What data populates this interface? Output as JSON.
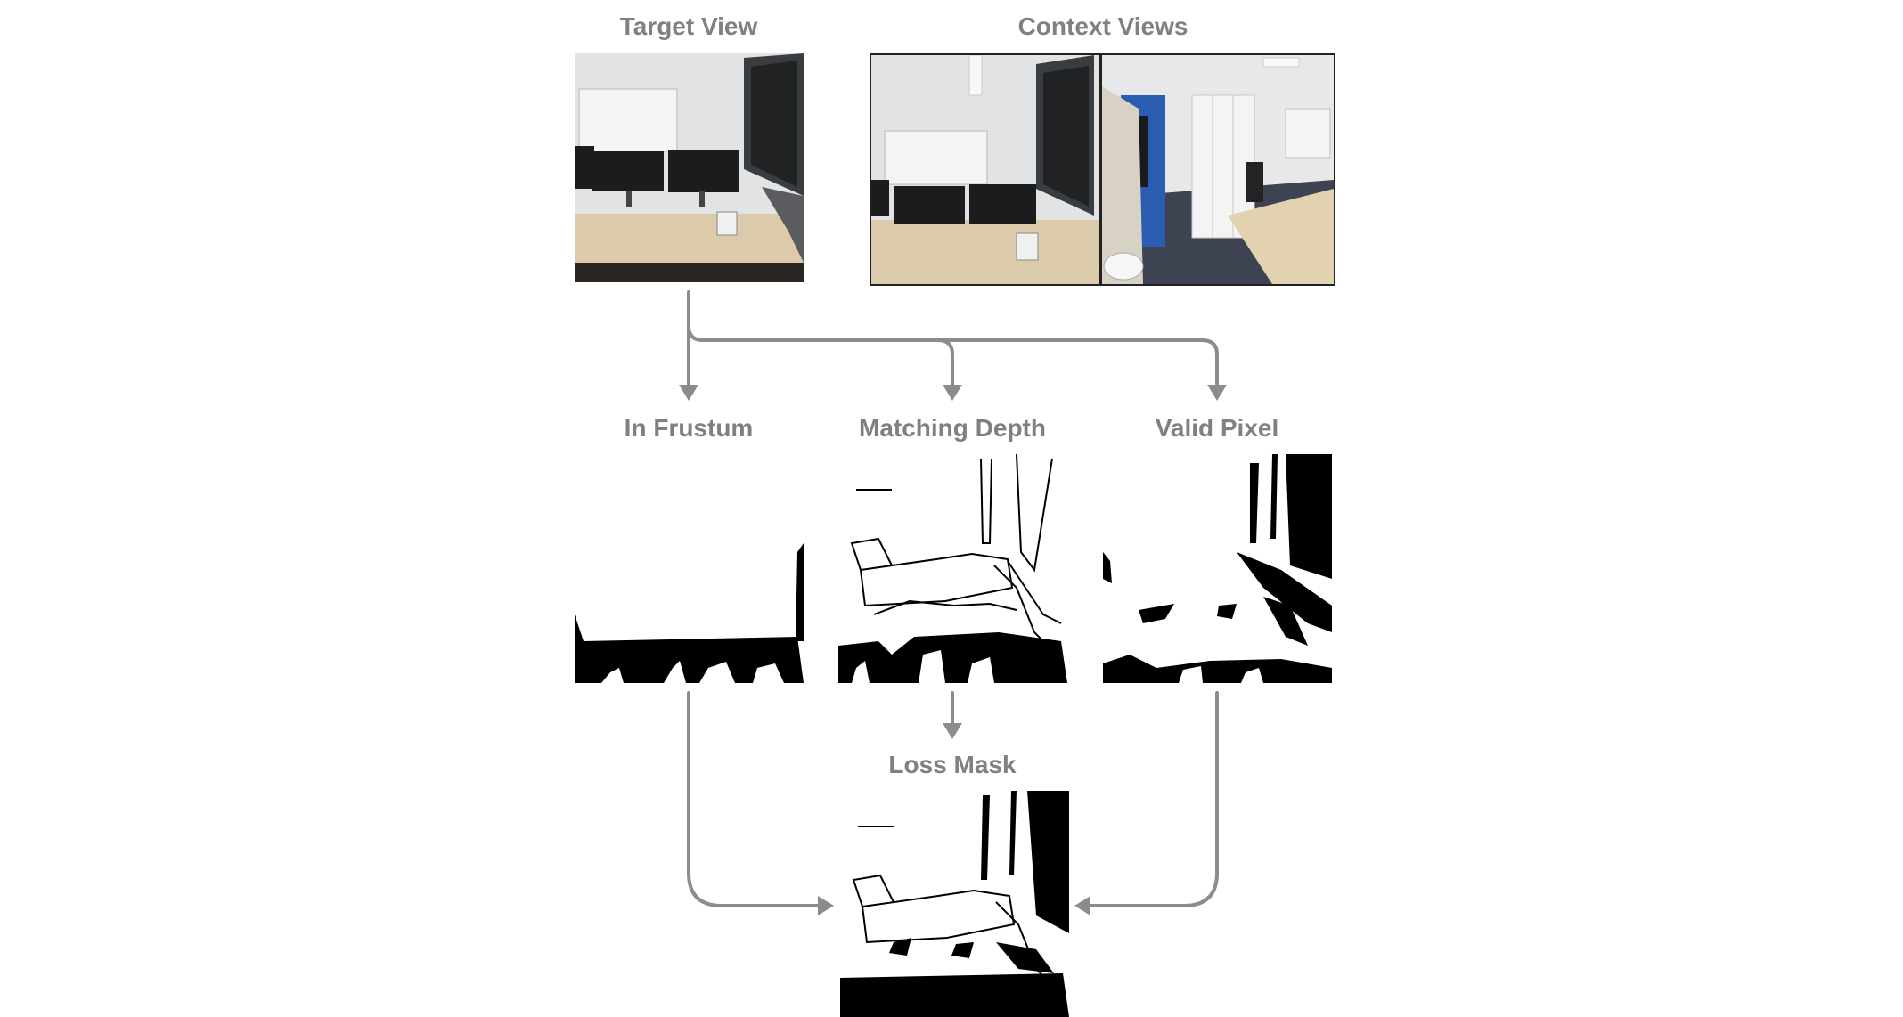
{
  "labels": {
    "target_view": "Target View",
    "context_views": "Context Views",
    "in_frustum": "In Frustum",
    "matching_depth": "Matching Depth",
    "valid_pixel": "Valid Pixel",
    "loss_mask": "Loss Mask"
  },
  "colors": {
    "label": "#808080",
    "arrow": "#8c8c8c",
    "mask_fg": "#ffffff",
    "mask_bg": "#000000"
  }
}
